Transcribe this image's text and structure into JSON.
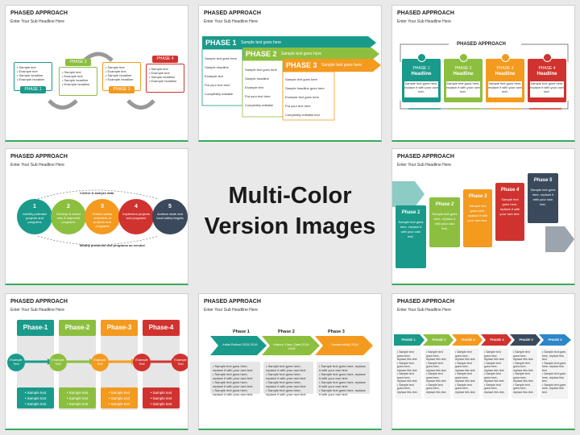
{
  "center": {
    "line1": "Multi-Color",
    "line2": "Version Images"
  },
  "slide_title": "PHASED APPROACH",
  "slide_subtitle": "Enter Your Sub Headline Here",
  "s1": {
    "phases": [
      "PHASE 1",
      "PHASE 2",
      "PHASE 3",
      "PHASE 4"
    ],
    "bullets": [
      "Sample text",
      "Example text",
      "Sample headline",
      "Example headline"
    ]
  },
  "s2": {
    "phases": [
      "PHASE 1",
      "PHASE 2",
      "PHASE 3"
    ],
    "header_text": "Sample text goes here",
    "col1": [
      "Sample text goes here",
      "Sample headline",
      "Example text",
      "Put your text here",
      "Completely editable"
    ],
    "col2": [
      "Sample text goes here",
      "Sample headline",
      "Example text",
      "Put your text here",
      "Completely editable"
    ],
    "col3": [
      "Sample text goes here",
      "Sample headline goes here",
      "Example text goes here",
      "Put your text here",
      "Completely editable text"
    ]
  },
  "s3": {
    "title": "PHASED APPROACH",
    "phases": [
      "PHASE 1",
      "PHASE 2",
      "PHASE 3",
      "PHASE 4"
    ],
    "headline": "Headline",
    "body": "Sample text goes here, replace it with your own text."
  },
  "s4": {
    "top": "Collect & analyze data",
    "bottom": "Modify protocols and programs as needed",
    "items": [
      {
        "n": "1",
        "t": "Identify potential projects and programs"
      },
      {
        "n": "2",
        "t": "Develop & select new & improved programs"
      },
      {
        "n": "3",
        "t": "Predict safety outcomes of projects and programs"
      },
      {
        "n": "4",
        "t": "Implement projects and programs"
      },
      {
        "n": "5",
        "t": "Achieve state and local safety targets"
      }
    ]
  },
  "s5": {
    "phases": [
      {
        "label": "Phase 1",
        "text": "Sample text goes here, replace it with your own text."
      },
      {
        "label": "Phase 2",
        "text": "Sample text goes here, replace it with your own text."
      },
      {
        "label": "Phase 3",
        "text": "Sample text goes here, replace it with your own text."
      },
      {
        "label": "Phase 4",
        "text": "Sample text goes here, replace it with your own text."
      },
      {
        "label": "Phase 5",
        "text": "Sample text goes here, replace it with your own text."
      }
    ]
  },
  "s6": {
    "phases": [
      "Phase-1",
      "Phase-2",
      "Phase-3",
      "Phase-4"
    ],
    "example": "Example Text",
    "items": [
      "Sample text",
      "Sample text",
      "Sample text"
    ]
  },
  "s7": {
    "phases": [
      {
        "label": "Phase 1",
        "arrow": "Initial Rollout 2015-2016"
      },
      {
        "label": "Phase 2",
        "arrow": "Mature, Data, Data 2016-2018"
      },
      {
        "label": "Phase 3",
        "arrow": "Sustainability 2018"
      }
    ],
    "bullet": "Sample text goes here, replace it with your own text."
  },
  "s8": {
    "phases": [
      "PHASE 1",
      "PHASE 2",
      "PHASE 3",
      "PHASE 4",
      "PHASE 5",
      "PHASE 6"
    ],
    "bullet": "Sample text goes here, replace this text."
  },
  "colors": {
    "teal": "#1a9a8a",
    "green": "#8cbf3f",
    "orange": "#f39a1f",
    "red": "#d0332f",
    "navy": "#3a4a5c",
    "blue": "#2c87c9"
  }
}
